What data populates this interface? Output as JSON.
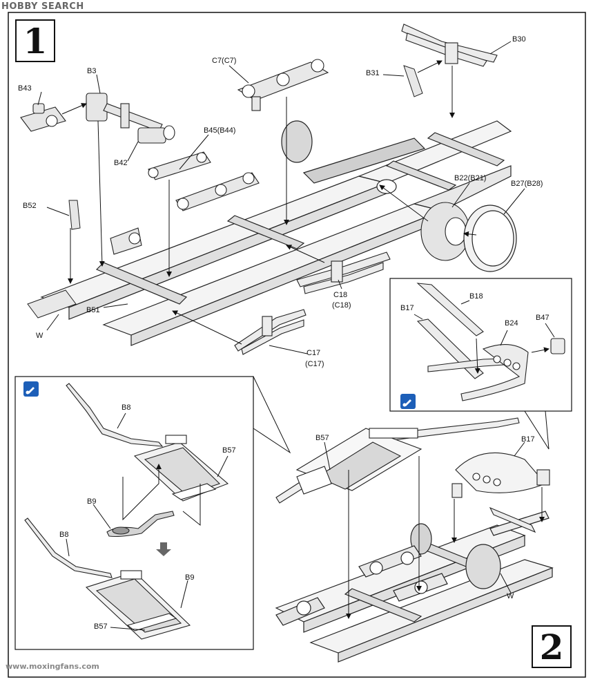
{
  "watermarks": {
    "top": "HOBBY SEARCH",
    "bottom": "www.moxingfans.com"
  },
  "steps": {
    "one": "1",
    "two": "2"
  },
  "step1_labels": {
    "b43": "B43",
    "b3": "B3",
    "b42": "B42",
    "c7": "C7(C7)",
    "b45": "B45(B44)",
    "b31": "B31",
    "b30": "B30",
    "b52": "B52",
    "b51": "B51",
    "w": "W",
    "b22": "B22(B21)",
    "b27": "B27(B28)",
    "c18a": "C18",
    "c18b": "(C18)",
    "c17a": "C17",
    "c17b": "(C17)"
  },
  "inset_right_labels": {
    "b18": "B18",
    "b17": "B17",
    "b24": "B24",
    "b47": "B47"
  },
  "inset_left_labels": {
    "b8_top": "B8",
    "b57_top": "B57",
    "b9_top": "B9",
    "b8_bottom": "B8",
    "b9_bottom": "B9",
    "b57_bottom": "B57"
  },
  "step2_labels": {
    "b57": "B57",
    "b17": "B17",
    "w": "W"
  },
  "icons": {
    "tool": "screwdriver-icon",
    "arrow": "down-arrow-icon"
  }
}
